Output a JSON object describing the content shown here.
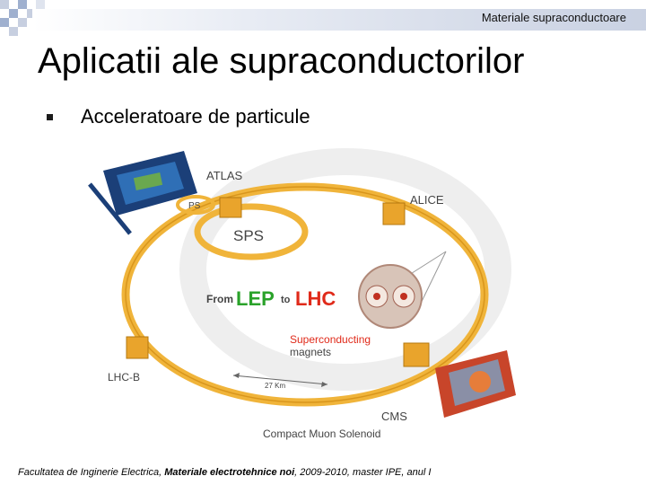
{
  "header": {
    "course_label": "Materiale supraconductoare"
  },
  "slide": {
    "title": "Aplicatii ale supraconductorilor",
    "bullets": [
      {
        "text": "Acceleratoare de particule"
      }
    ]
  },
  "figure": {
    "labels": {
      "atlas": "ATLAS",
      "ps": "PS",
      "sps": "SPS",
      "alice": "ALICE",
      "from": "From",
      "lep": "LEP",
      "to": "to",
      "lhc": "LHC",
      "magnets_line1": "Superconducting",
      "magnets_line2": "magnets",
      "lhcb": "LHC-B",
      "distance": "27 Km",
      "cms": "CMS",
      "cms_full": "Compact Muon Solenoid"
    },
    "colors": {
      "ring": "#f0b43a",
      "ring_dark": "#d8951c",
      "red_label": "#e02a1a",
      "green_label": "#2aa22a",
      "text_gray": "#444444"
    }
  },
  "footer": {
    "faculty": "Facultatea de Inginerie Electrica, ",
    "course": "Materiale electrotehnice noi",
    "details": ", 2009-2010, master IPE, anul I"
  }
}
